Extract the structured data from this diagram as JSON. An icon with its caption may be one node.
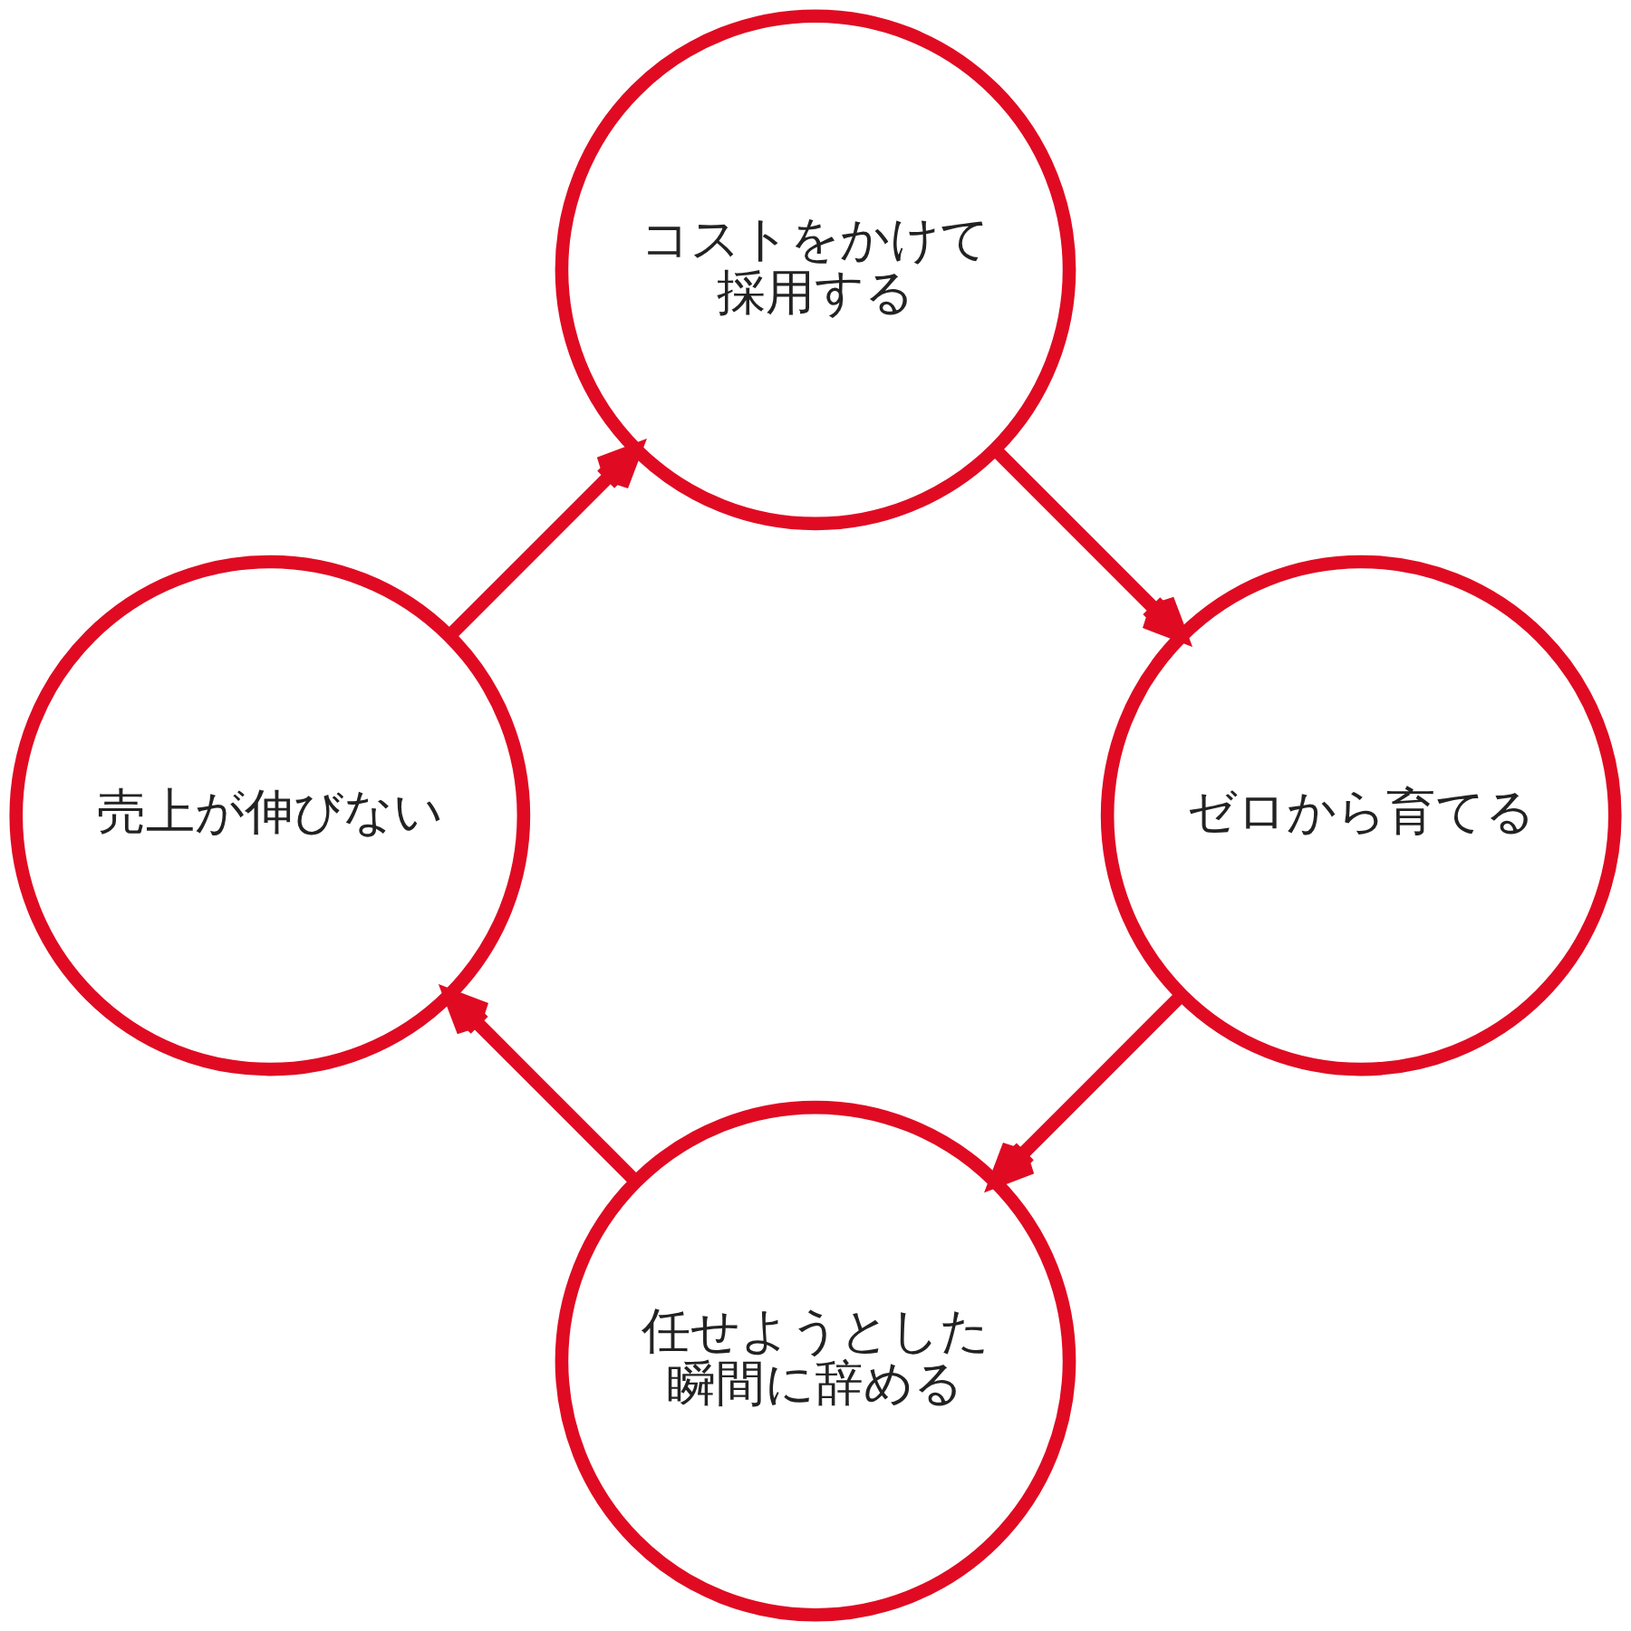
{
  "diagram": {
    "nodes": [
      {
        "text": [
          "コストをかけて採用する"
        ]
      },
      {
        "text": [
          "ゼロから育てる"
        ]
      },
      {
        "text": [
          "任せようとした瞬間に辞める"
        ]
      },
      {
        "text": [
          "売上が伸びない"
        ]
      }
    ],
    "edges": [
      {
        "from": 0,
        "to": 1,
        "arrow": "to"
      },
      {
        "from": 1,
        "to": 2,
        "arrow": "to"
      },
      {
        "from": 2,
        "to": 3,
        "arrow": "to"
      },
      {
        "from": 3,
        "to": 0,
        "arrow": "to"
      }
    ]
  }
}
